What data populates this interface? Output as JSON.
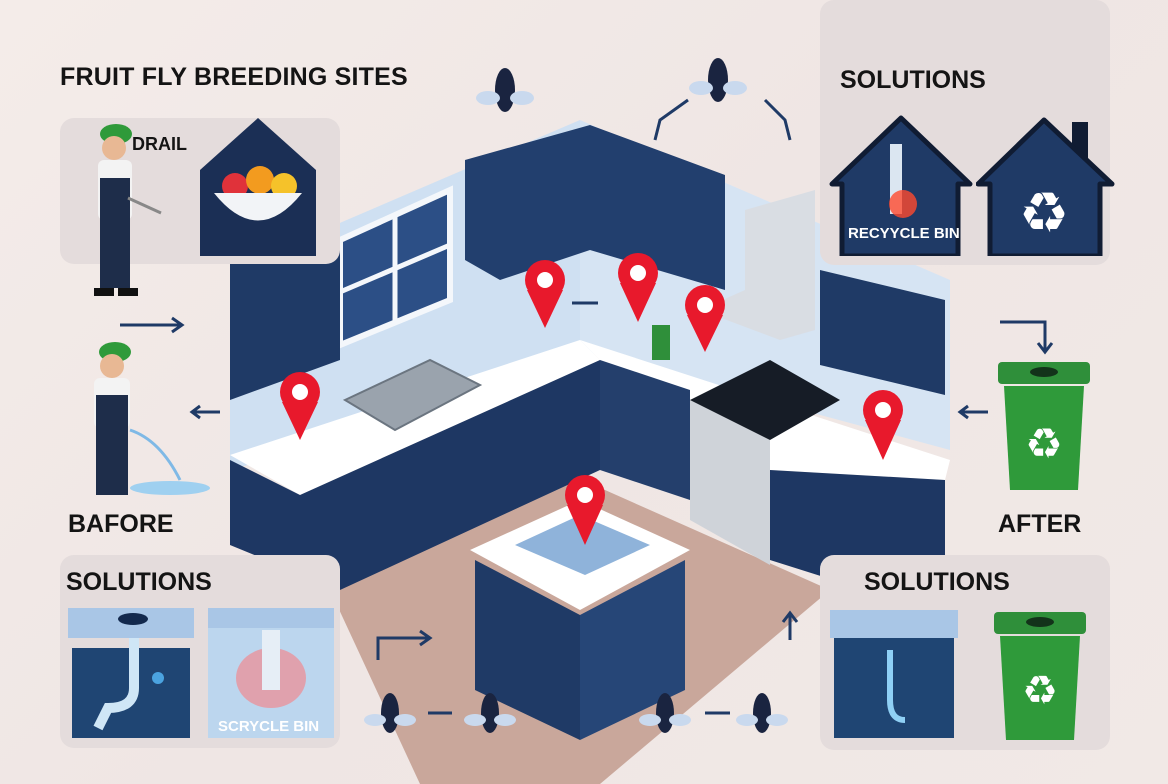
{
  "header": {
    "title": "FRUIT FLY BREEDING SITES"
  },
  "top_left_panel": {
    "worker_label": "DRAIL"
  },
  "top_right_panel": {
    "title": "SOLUTIONS",
    "house_label": "RECYYCLE BIN"
  },
  "before_label": "BAFORE",
  "after_label": "AFTER",
  "bottom_left_panel": {
    "title": "SOLUTIONS",
    "image_label": "SCRYCLE BIN"
  },
  "bottom_right_panel": {
    "title": "SOLUTIONS"
  },
  "colors": {
    "navy": "#1f3a66",
    "pin_red": "#e8192c",
    "bin_green": "#2f8f3a",
    "panel": "#e4dcdc",
    "counter": "#ffffff",
    "floor": "#c9a79b"
  }
}
